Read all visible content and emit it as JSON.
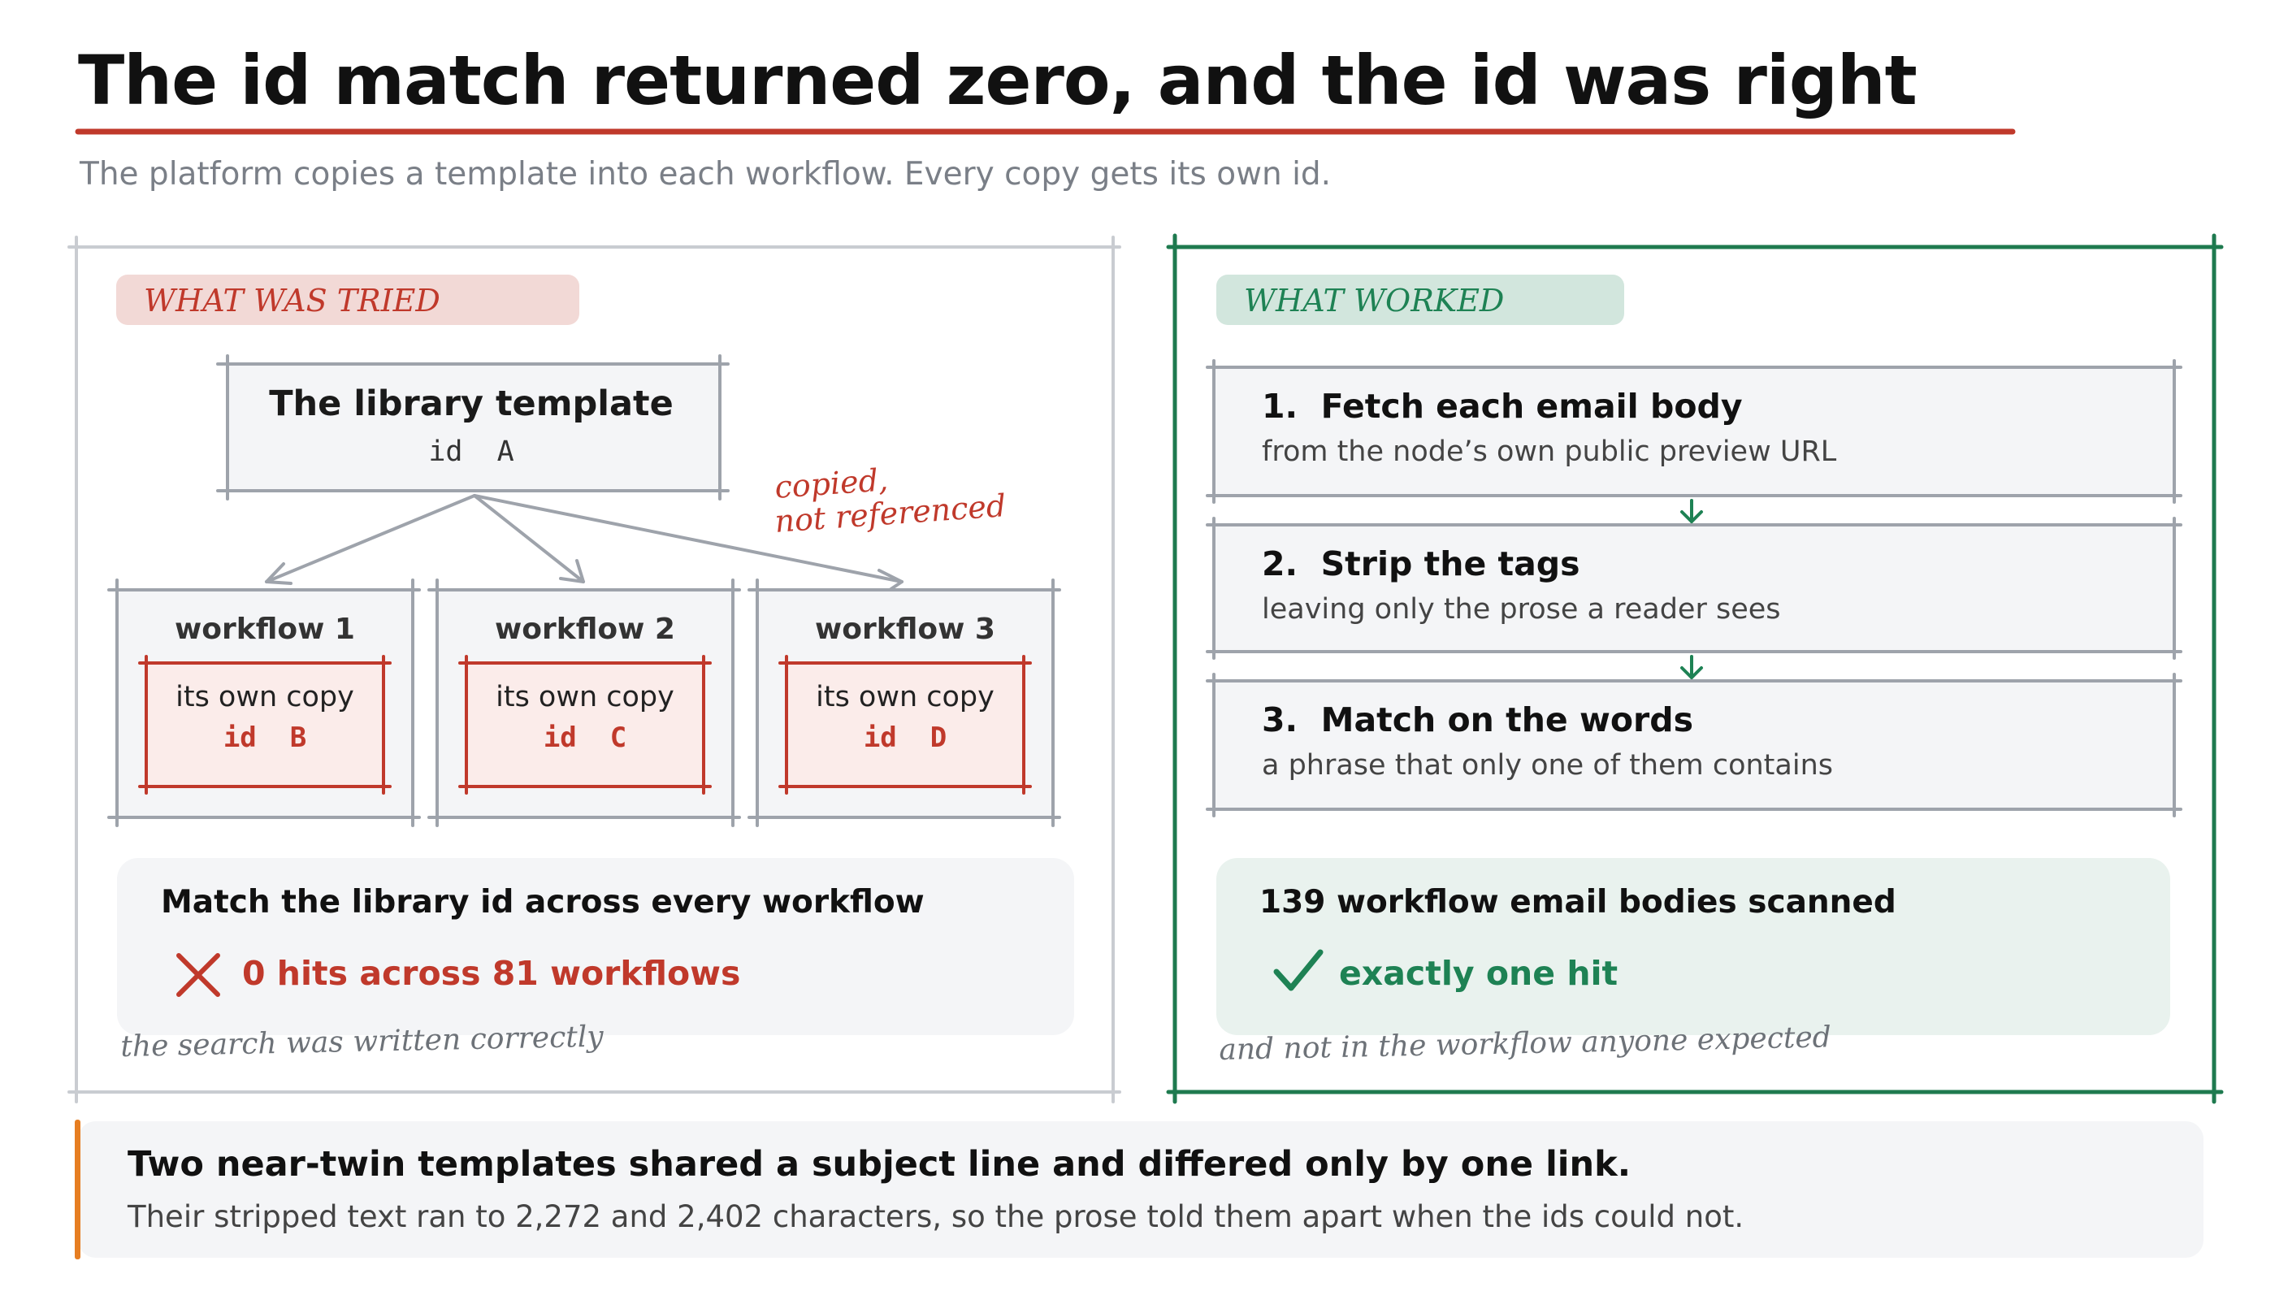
{
  "title": "The id match returned zero, and the id was right",
  "subtitle": "The platform copies a template into each workflow. Every copy gets its own id.",
  "left_panel": {
    "label": "WHAT WAS TRIED",
    "template": {
      "name": "The library template",
      "id_line": "id  A"
    },
    "annotation": {
      "line1": "copied,",
      "line2": "not referenced"
    },
    "workflows": [
      {
        "title": "workflow 1",
        "copy_label": "its own copy",
        "id_line": "id  B"
      },
      {
        "title": "workflow 2",
        "copy_label": "its own copy",
        "id_line": "id  C"
      },
      {
        "title": "workflow 3",
        "copy_label": "its own copy",
        "id_line": "id  D"
      }
    ],
    "result_card": {
      "heading": "Match the library id across every workflow",
      "result": "0 hits across 81 workflows"
    },
    "caption": "the search was written correctly"
  },
  "right_panel": {
    "label": "WHAT WORKED",
    "steps": [
      {
        "title": "1.  Fetch each email body",
        "desc": "from the node’s own public preview URL"
      },
      {
        "title": "2.  Strip the tags",
        "desc": "leaving only the prose a reader sees"
      },
      {
        "title": "3.  Match on the words",
        "desc": "a phrase that only one of them contains"
      }
    ],
    "result_card": {
      "heading": "139 workflow email bodies scanned",
      "result": "exactly one hit"
    },
    "caption": "and not in the workflow anyone expected"
  },
  "bottom": {
    "heading": "Two near-twin templates shared a subject line and differed only by one link.",
    "desc": "Their stripped text ran to 2,272 and 2,402 characters, so the prose told them apart when the ids could not."
  },
  "colors": {
    "red": "#c0392b",
    "green": "#1e8254",
    "gray_line": "#9ea3ab",
    "accent_orange": "#e67e22"
  }
}
